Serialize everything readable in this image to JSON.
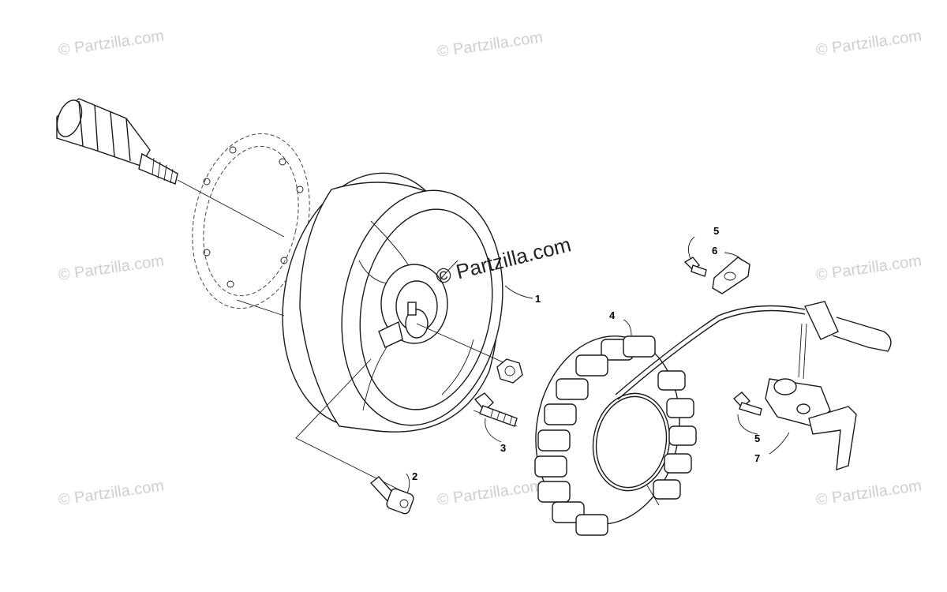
{
  "watermarks": {
    "text": "© Partzilla.com",
    "center": "© Partzilla.com"
  },
  "callouts": [
    {
      "id": "1",
      "label": "1"
    },
    {
      "id": "2",
      "label": "2"
    },
    {
      "id": "3",
      "label": "3"
    },
    {
      "id": "4",
      "label": "4"
    },
    {
      "id": "5a",
      "label": "5"
    },
    {
      "id": "5b",
      "label": "5"
    },
    {
      "id": "6",
      "label": "6"
    },
    {
      "id": "7",
      "label": "7"
    }
  ]
}
